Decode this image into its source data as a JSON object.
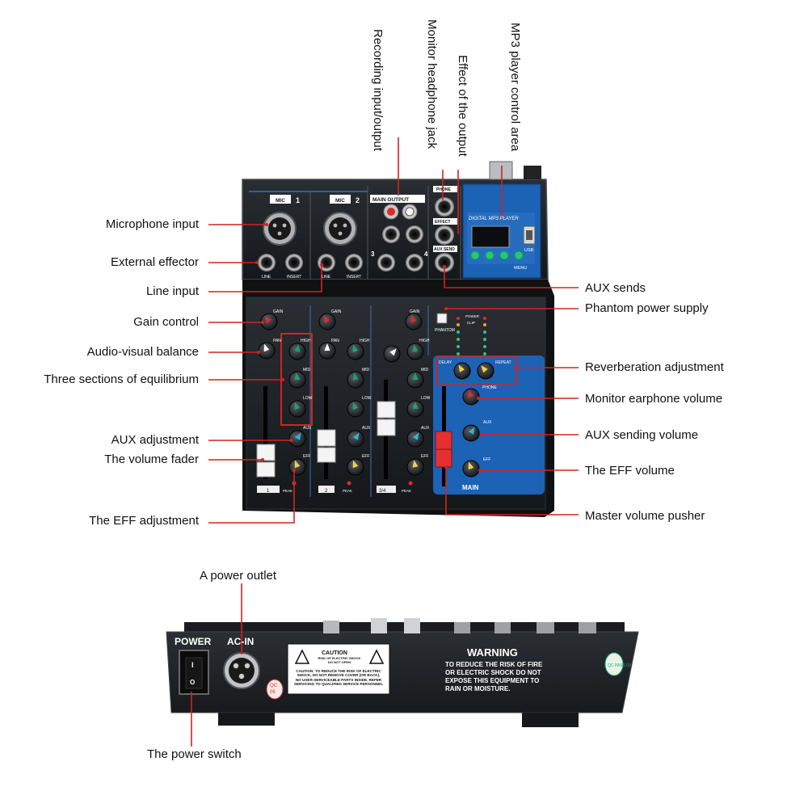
{
  "colors": {
    "leader": "#d3231f",
    "panel": "#1d2024",
    "panel_edge": "#3a3e44",
    "blue": "#1c62b5",
    "white": "#ffffff",
    "knob_green": "#1aa36a",
    "knob_yellow": "#f1d14a",
    "knob_red": "#e02a2a",
    "knob_cyan": "#32b4d6",
    "fader_red": "#e43030"
  },
  "left_labels": [
    "Microphone input",
    "External effector",
    "Line input",
    "Gain control",
    "Audio-visual balance",
    "Three sections of equilibrium",
    "AUX adjustment",
    "The volume fader",
    "The EFF adjustment"
  ],
  "right_labels": [
    "AUX sends",
    "Phantom power supply",
    "Reverberation adjustment",
    "Monitor earphone volume",
    "AUX sending volume",
    "The EFF volume",
    "Master volume pusher"
  ],
  "top_labels": [
    "Recording input/output",
    "Monitor headphone jack",
    "Effect of the output",
    "MP3 player control area"
  ],
  "bottom_labels": {
    "power_outlet": "A power outlet",
    "power_switch": "The power switch"
  },
  "front_panel": {
    "mic1": "MIC",
    "mic1_num": "1",
    "mic2": "MIC",
    "mic2_num": "2",
    "line": "LINE",
    "insert": "INSERT",
    "main_output": "MAIN OUTPUT",
    "phone": "PHONE",
    "effect": "EFFECT",
    "aux_send": "AUX SEND",
    "ch3": "3",
    "ch4": "4",
    "mp3_title": "DIGITAL MP3 PLAYER",
    "usb": "USB",
    "menu": "MENU",
    "gain": "GAIN",
    "pan": "PAN",
    "high": "HIGH",
    "mid": "MID",
    "low": "LOW",
    "aux": "AUX",
    "eff": "EFF",
    "phantom": "PHANTOM",
    "power": "POWER",
    "clip": "CLIP",
    "delay": "DELAY",
    "repeat": "REPEAT",
    "main": "MAIN",
    "ch_label_1": "1",
    "ch_label_2": "2",
    "ch_label_34": "3/4",
    "peak": "PEAK"
  },
  "rear_panel": {
    "power": "POWER",
    "ac_in": "AC-IN",
    "caution": "CAUTION",
    "caution_sub": "RISK OF ELECTRIC SHOCK DO NOT OPEN",
    "caution_text": "CAUTION: TO REDUCE THE RISK OF ELECTRIC SHOCK, DO NOT REMOVE COVER (OR BACK). NO USER-SERVICEABLE PARTS INSIDE. REFER SERVICING TO QUALIFIED SERVICE PERSONNEL",
    "warning": "WARNING",
    "warning_text": "TO REDUCE THE RISK OF FIRE OR ELECTRIC SHOCK DO NOT EXPOSE THIS EQUIPMENT TO RAIN OR MOISTURE.",
    "qc": "QC",
    "qc_num": "06",
    "qc_pass": "QC PASS 03",
    "switch_on": "I",
    "switch_off": "O"
  }
}
